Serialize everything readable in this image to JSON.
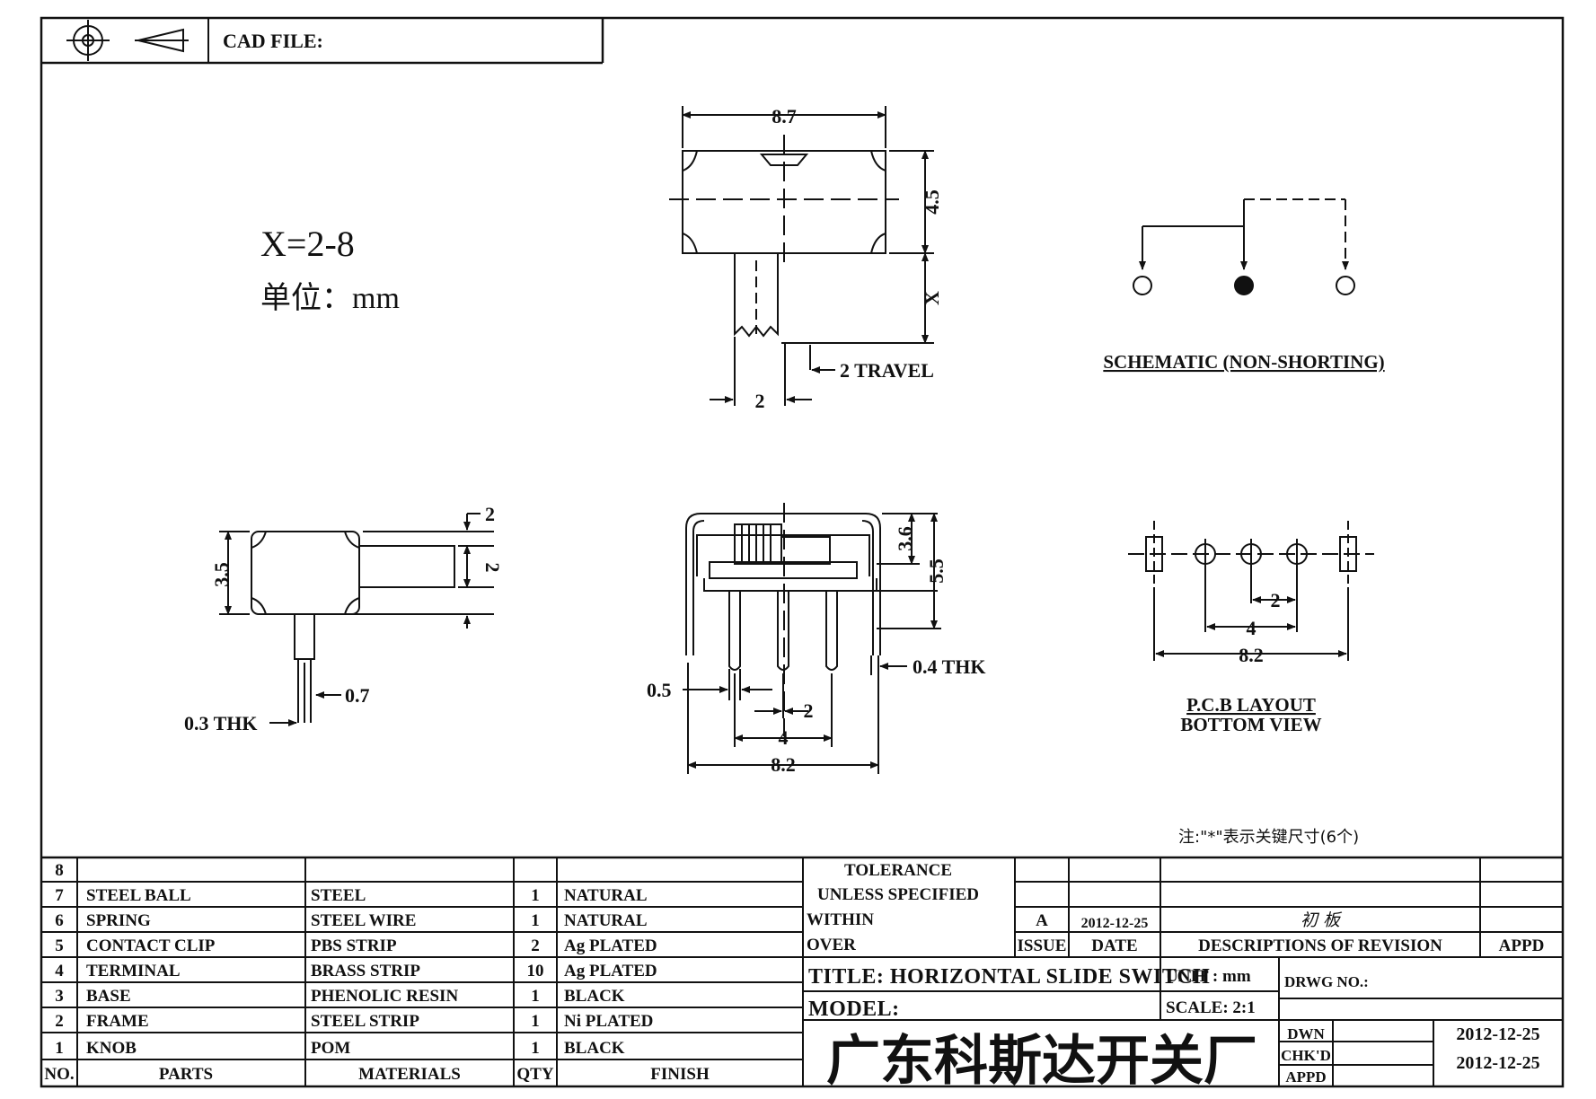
{
  "header": {
    "cad_file_label": "CAD FILE:"
  },
  "spec": {
    "variable": "X=2-8",
    "unit_line": "单位：mm"
  },
  "top_view": {
    "width": "8.7",
    "height": "4.5",
    "extension": "X",
    "travel": "2 TRAVEL",
    "knob_width": "2"
  },
  "schematic": {
    "caption": "SCHEMATIC (NON-SHORTING)"
  },
  "side_view": {
    "height": "3.5",
    "top_offset": "2",
    "knob_height": "2",
    "pin_width": "0.7",
    "pin_thk": "0.3 THK"
  },
  "front_view": {
    "h1": "3.6",
    "h2": "5.5",
    "thk": "0.4 THK",
    "pin_w": "0.5",
    "pitch": "2",
    "span4": "4",
    "span82": "8.2"
  },
  "pcb": {
    "pitch": "2",
    "span4": "4",
    "span82": "8.2",
    "caption1": "P.C.B LAYOUT",
    "caption2": "BOTTOM VIEW"
  },
  "note": "注:\"*\"表示关键尺寸(6个)",
  "parts_table": {
    "headers": {
      "no": "NO.",
      "parts": "PARTS",
      "materials": "MATERIALS",
      "qty": "QTY",
      "finish": "FINISH"
    },
    "rows": [
      {
        "no": "8",
        "part": "",
        "material": "",
        "qty": "",
        "finish": ""
      },
      {
        "no": "7",
        "part": "STEEL BALL",
        "material": "STEEL",
        "qty": "1",
        "finish": "NATURAL"
      },
      {
        "no": "6",
        "part": "SPRING",
        "material": "STEEL WIRE",
        "qty": "1",
        "finish": "NATURAL"
      },
      {
        "no": "5",
        "part": "CONTACT CLIP",
        "material": "PBS STRIP",
        "qty": "2",
        "finish": "Ag PLATED"
      },
      {
        "no": "4",
        "part": "TERMINAL",
        "material": "BRASS STRIP",
        "qty": "10",
        "finish": "Ag PLATED"
      },
      {
        "no": "3",
        "part": "BASE",
        "material": "PHENOLIC RESIN",
        "qty": "1",
        "finish": "BLACK"
      },
      {
        "no": "2",
        "part": "FRAME",
        "material": "STEEL STRIP",
        "qty": "1",
        "finish": "Ni PLATED"
      },
      {
        "no": "1",
        "part": "KNOB",
        "material": "POM",
        "qty": "1",
        "finish": "BLACK"
      }
    ]
  },
  "title_block": {
    "tolerance_1": "TOLERANCE",
    "tolerance_2": "UNLESS SPECIFIED",
    "within": "WITHIN",
    "over": "OVER",
    "rev_letter": "A",
    "rev_date": "2012-12-25",
    "rev_desc": "初 板",
    "issue": "ISSUE",
    "date": "DATE",
    "descriptions": "DESCRIPTIONS OF REVISION",
    "appd": "APPD",
    "title": "TITLE: HORIZONTAL SLIDE SWITCH",
    "unit": "UNIT : mm",
    "drwg_no": "DRWG NO.:",
    "model": "MODEL:",
    "scale": "SCALE: 2:1",
    "dwn": "DWN",
    "dwn_date": "2012-12-25",
    "chkd": "CHK'D",
    "appd2": "APPD",
    "chk_date": "2012-12-25",
    "company": "广东科斯达开关厂"
  }
}
